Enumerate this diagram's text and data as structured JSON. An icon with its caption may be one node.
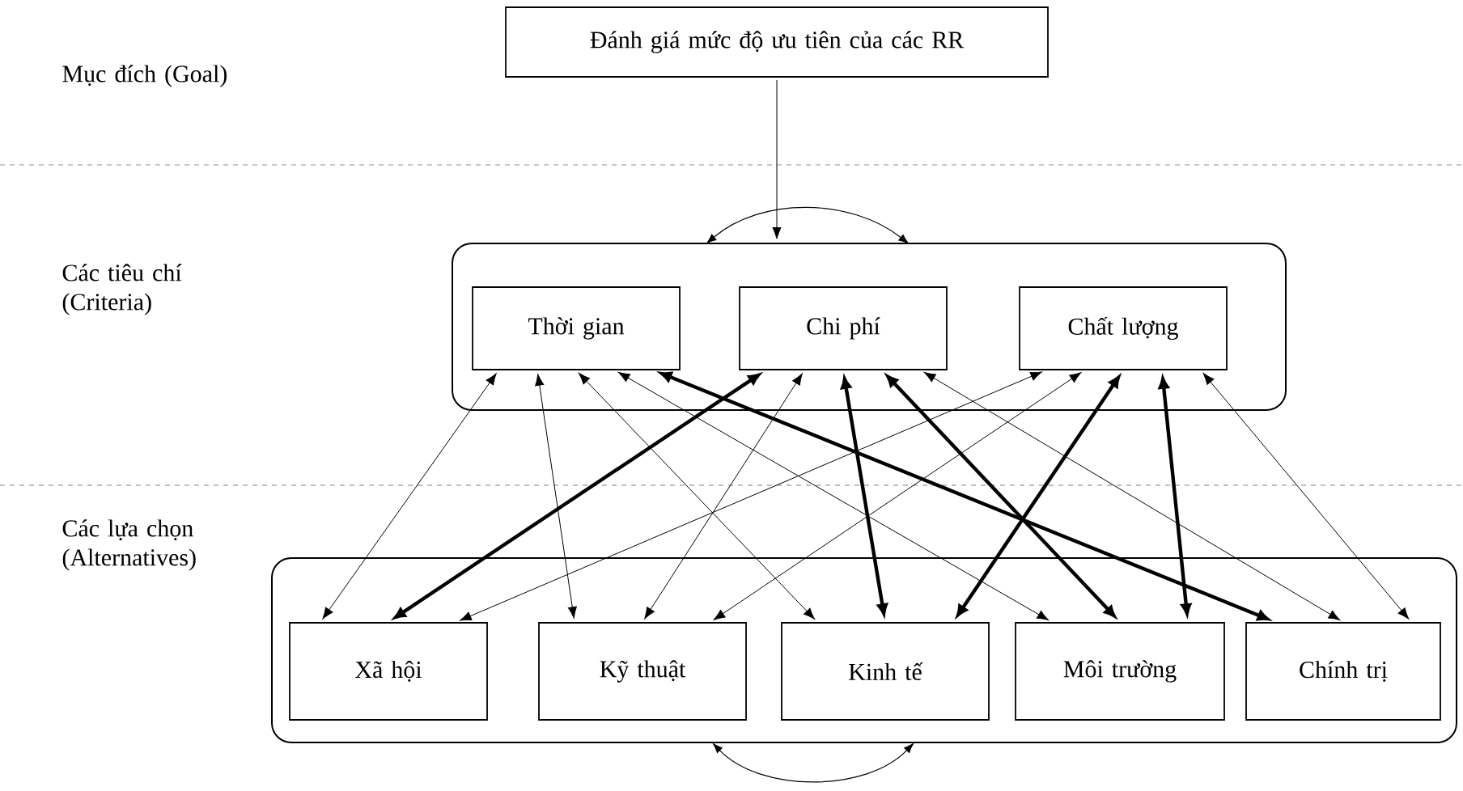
{
  "diagram": {
    "nodes": [
      {
        "text": [
          "Đánh giá mức độ ưu tiên của các RR"
        ]
      },
      {
        "text": [],
        "shape": "box"
      },
      {
        "text": [
          "Thời gian"
        ],
        "in": 1
      },
      {
        "text": [
          "Chi phí"
        ],
        "in": 1
      },
      {
        "text": [
          "Chất lượng"
        ],
        "in": 1
      },
      {
        "text": [],
        "shape": "box"
      },
      {
        "text": [
          "Xã hội"
        ],
        "in": 5
      },
      {
        "text": [
          "Kỹ thuật"
        ],
        "in": 5
      },
      {
        "text": [
          "Kinh tế"
        ],
        "in": 5
      },
      {
        "text": [
          "Môi trường"
        ],
        "in": 5
      },
      {
        "text": [
          "Chính trị"
        ],
        "in": 5
      }
    ],
    "edges": [
      {
        "from": 0,
        "to": 1,
        "arrow": "to"
      },
      {
        "from": 2,
        "to": 6,
        "arrow": "both"
      },
      {
        "from": 2,
        "to": 7,
        "arrow": "both"
      },
      {
        "from": 2,
        "to": 8,
        "arrow": "both"
      },
      {
        "from": 2,
        "to": 9,
        "arrow": "both"
      },
      {
        "from": 2,
        "to": 10,
        "arrow": "both",
        "style": "thick"
      },
      {
        "from": 3,
        "to": 6,
        "arrow": "both",
        "style": "thick"
      },
      {
        "from": 3,
        "to": 7,
        "arrow": "both"
      },
      {
        "from": 3,
        "to": 8,
        "arrow": "both",
        "style": "thick"
      },
      {
        "from": 3,
        "to": 9,
        "arrow": "both",
        "style": "thick"
      },
      {
        "from": 3,
        "to": 10,
        "arrow": "both"
      },
      {
        "from": 4,
        "to": 6,
        "arrow": "both"
      },
      {
        "from": 4,
        "to": 7,
        "arrow": "both"
      },
      {
        "from": 4,
        "to": 8,
        "arrow": "both",
        "style": "thick"
      },
      {
        "from": 4,
        "to": 9,
        "arrow": "both",
        "style": "thick"
      },
      {
        "from": 4,
        "to": 10,
        "arrow": "both"
      }
    ],
    "labels": [
      "Mục đích (Goal)",
      "Các tiêu chí (Criteria)",
      "Các lựa chọn (Alternatives)"
    ]
  }
}
